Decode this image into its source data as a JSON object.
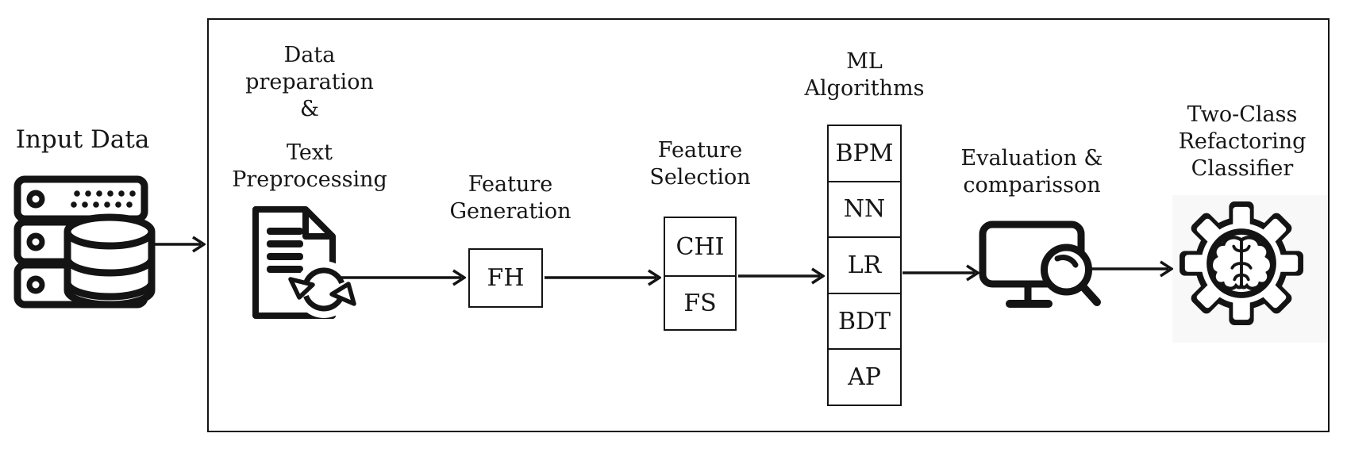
{
  "input": {
    "label": "Input Data"
  },
  "stages": {
    "preparation": {
      "title_top": [
        "Data",
        "preparation",
        "&"
      ],
      "title_bottom": [
        "Text",
        "Preprocessing"
      ]
    },
    "feature_generation": {
      "title": [
        "Feature",
        "Generation"
      ],
      "box_label": "FH"
    },
    "feature_selection": {
      "title": [
        "Feature",
        "Selection"
      ],
      "methods": [
        "CHI",
        "FS"
      ]
    },
    "ml_algorithms": {
      "title": [
        "ML",
        "Algorithms"
      ],
      "algorithms": [
        "BPM",
        "NN",
        "LR",
        "BDT",
        "AP"
      ]
    },
    "evaluation": {
      "title": [
        "Evaluation &",
        "comparisson"
      ]
    },
    "output": {
      "title": [
        "Two-Class",
        "Refactoring",
        "Classifier"
      ]
    }
  },
  "icons": {
    "input": "server-database-icon",
    "preparation": "document-refresh-icon",
    "evaluation": "monitor-magnifier-icon",
    "output": "gear-brain-icon"
  },
  "colors": {
    "ink": "#141414",
    "background": "#ffffff",
    "gear_backdrop": "#f8f8f8"
  }
}
